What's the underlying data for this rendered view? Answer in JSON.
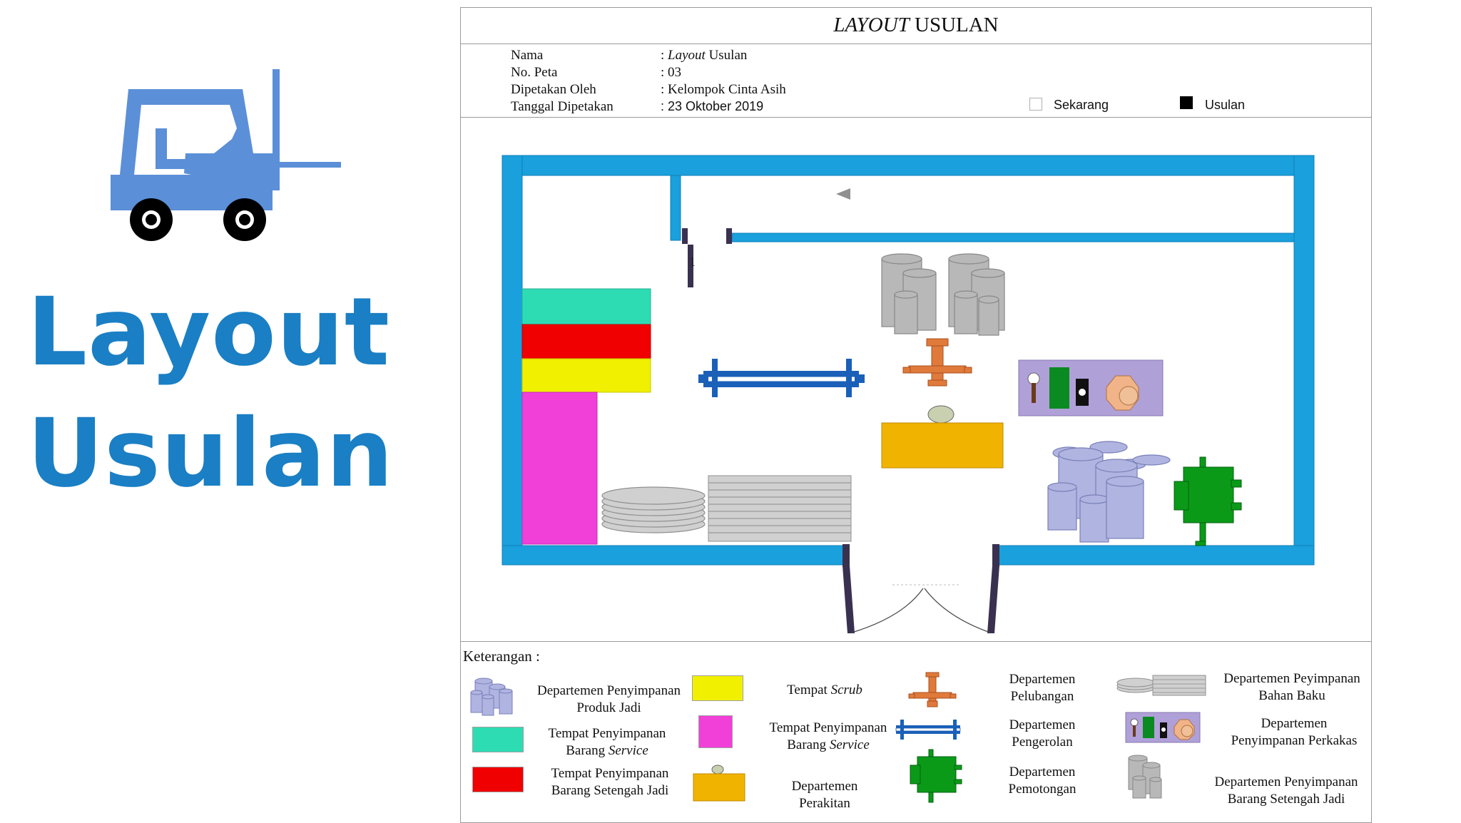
{
  "side": {
    "title_line1": "Layout",
    "title_line2": "Usulan",
    "accent": "#1a7fc4",
    "icon": "forklift-icon"
  },
  "doc": {
    "title_italic": "LAYOUT",
    "title_rest": " USULAN",
    "info": [
      {
        "label": "Nama",
        "prefix": ": ",
        "value_italic": "Layout",
        "value": " Usulan"
      },
      {
        "label": "No. Peta",
        "prefix": ": ",
        "value_italic": "",
        "value": "03"
      },
      {
        "label": "Dipetakan Oleh",
        "prefix": ": ",
        "value_italic": "",
        "value": "Kelompok Cinta Asih"
      },
      {
        "label": "Tanggal Dipetakan",
        "prefix": ": ",
        "value_italic": "",
        "value": "23 Oktober 2019"
      }
    ],
    "status": {
      "current": "Sekarang",
      "proposed": "Usulan"
    }
  },
  "floor": {
    "wall_color": "#1aa0dc",
    "door_marker": "1"
  },
  "legend": {
    "title": "Keterangan :",
    "items": {
      "produk_jadi": [
        "Departemen Penyimpanan",
        "Produk Jadi"
      ],
      "service": [
        "Tempat Penyimpanan",
        "Barang ",
        "Service"
      ],
      "setengah_jadi_tempat": [
        "Tempat Penyimpanan",
        "Barang Setengah Jadi"
      ],
      "scrub": [
        "Tempat ",
        "Scrub"
      ],
      "barang_service": [
        "Tempat Penyimpanan",
        "Barang ",
        "Service"
      ],
      "perakitan": [
        "Departemen",
        "Perakitan"
      ],
      "pelubangan": [
        "Departemen",
        "Pelubangan"
      ],
      "pengerolan": [
        "Departemen",
        "Pengerolan"
      ],
      "pemotongan": [
        "Departemen",
        "Pemotongan"
      ],
      "bahan_baku": [
        "Departemen Peyimpanan",
        "Bahan Baku"
      ],
      "perkakas": [
        "Departemen",
        "Penyimpanan Perkakas"
      ],
      "setengah_jadi_dept": [
        "Departemen Penyimpanan",
        "Barang Setengah Jadi"
      ]
    },
    "colors": {
      "teal": "#2edcb4",
      "red": "#f00000",
      "yellow": "#f0f000",
      "magenta": "#f040d8",
      "orange": "#f0b400",
      "green": "#0a9a18",
      "copper": "#e07a3a",
      "lavender": "#b0b4e0",
      "gray": "#b4b4b4"
    }
  }
}
